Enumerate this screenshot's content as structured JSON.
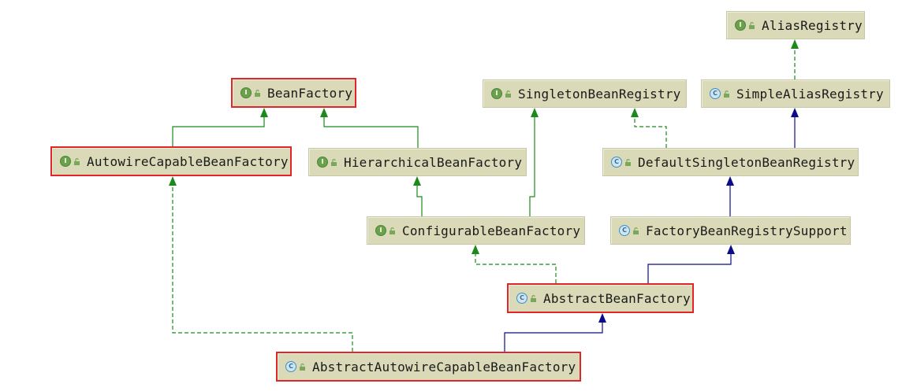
{
  "nodes": {
    "alias_registry": {
      "label": "AliasRegistry",
      "kind": "interface",
      "highlighted": false
    },
    "bean_factory": {
      "label": "BeanFactory",
      "kind": "interface",
      "highlighted": true
    },
    "singleton_bean_registry": {
      "label": "SingletonBeanRegistry",
      "kind": "interface",
      "highlighted": false
    },
    "simple_alias_registry": {
      "label": "SimpleAliasRegistry",
      "kind": "class",
      "highlighted": false
    },
    "autowire_capable_bean_factory": {
      "label": "AutowireCapableBeanFactory",
      "kind": "interface",
      "highlighted": true
    },
    "hierarchical_bean_factory": {
      "label": "HierarchicalBeanFactory",
      "kind": "interface",
      "highlighted": false
    },
    "default_singleton_bean_registry": {
      "label": "DefaultSingletonBeanRegistry",
      "kind": "class",
      "highlighted": false
    },
    "configurable_bean_factory": {
      "label": "ConfigurableBeanFactory",
      "kind": "interface",
      "highlighted": false
    },
    "factory_bean_registry_support": {
      "label": "FactoryBeanRegistrySupport",
      "kind": "class",
      "highlighted": false
    },
    "abstract_bean_factory": {
      "label": "AbstractBeanFactory",
      "kind": "class",
      "highlighted": true
    },
    "abstract_autowire_capable_bean_factory": {
      "label": "AbstractAutowireCapableBeanFactory",
      "kind": "class",
      "highlighted": true
    }
  },
  "edges": [
    {
      "from": "autowire_capable_bean_factory",
      "to": "bean_factory",
      "type": "extends-interface"
    },
    {
      "from": "hierarchical_bean_factory",
      "to": "bean_factory",
      "type": "extends-interface"
    },
    {
      "from": "configurable_bean_factory",
      "to": "hierarchical_bean_factory",
      "type": "extends-interface"
    },
    {
      "from": "configurable_bean_factory",
      "to": "singleton_bean_registry",
      "type": "extends-interface"
    },
    {
      "from": "simple_alias_registry",
      "to": "alias_registry",
      "type": "implements"
    },
    {
      "from": "default_singleton_bean_registry",
      "to": "simple_alias_registry",
      "type": "extends-class"
    },
    {
      "from": "default_singleton_bean_registry",
      "to": "singleton_bean_registry",
      "type": "implements"
    },
    {
      "from": "factory_bean_registry_support",
      "to": "default_singleton_bean_registry",
      "type": "extends-class"
    },
    {
      "from": "abstract_bean_factory",
      "to": "factory_bean_registry_support",
      "type": "extends-class"
    },
    {
      "from": "abstract_bean_factory",
      "to": "configurable_bean_factory",
      "type": "implements"
    },
    {
      "from": "abstract_autowire_capable_bean_factory",
      "to": "abstract_bean_factory",
      "type": "extends-class"
    },
    {
      "from": "abstract_autowire_capable_bean_factory",
      "to": "autowire_capable_bean_factory",
      "type": "implements"
    }
  ],
  "colors": {
    "node_fill": "#dadab8",
    "highlight_border": "#e0262b",
    "interface_edge": "#1b8a1b",
    "class_edge": "#0b0b8c",
    "interface_badge": "#6aa14a",
    "class_badge": "#3d8fc0"
  },
  "icons": {
    "interface": "interface-badge-icon",
    "class": "class-badge-icon",
    "visibility": "unlock-icon"
  }
}
